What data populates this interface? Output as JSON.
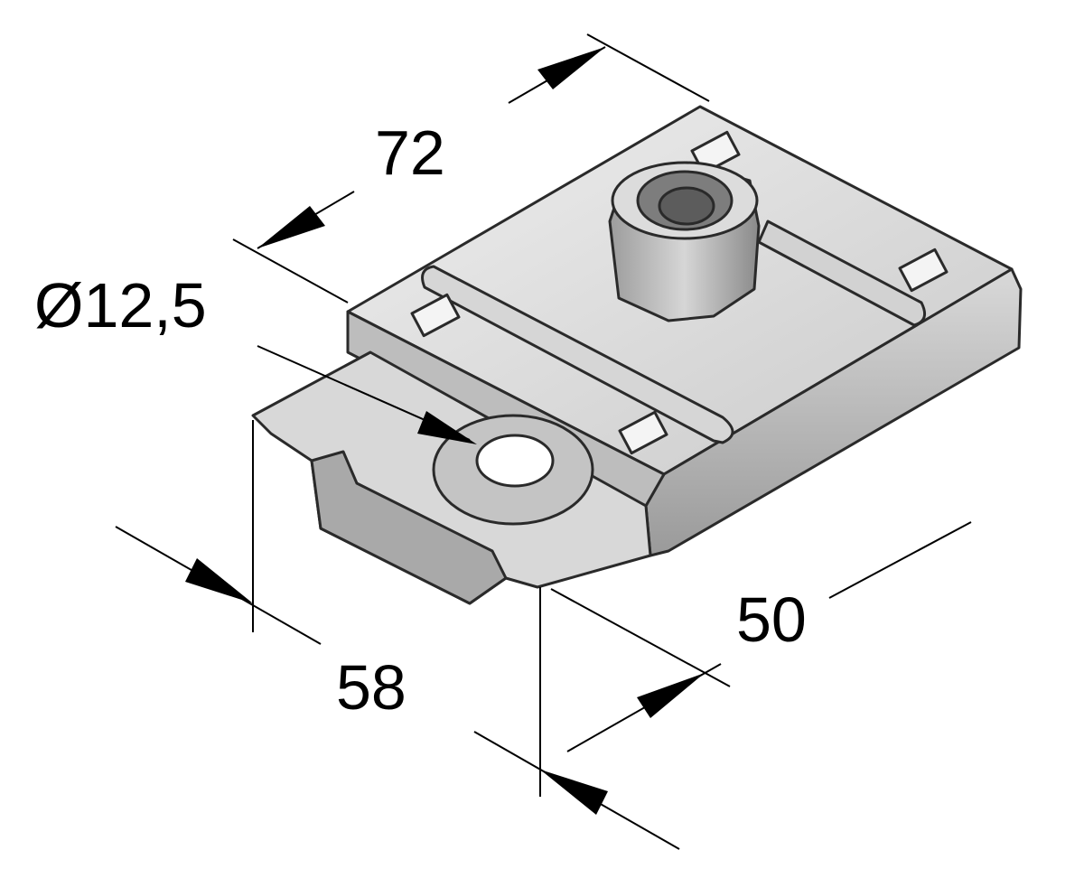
{
  "dimensions": {
    "width": "72",
    "hole_diameter": "Ø12,5",
    "slot_length": "58",
    "depth": "50"
  },
  "colors": {
    "metal_light": "#e4e4e4",
    "metal_mid": "#c8c8c8",
    "metal_dark": "#8e8e8e",
    "outline": "#2a2a2a"
  }
}
